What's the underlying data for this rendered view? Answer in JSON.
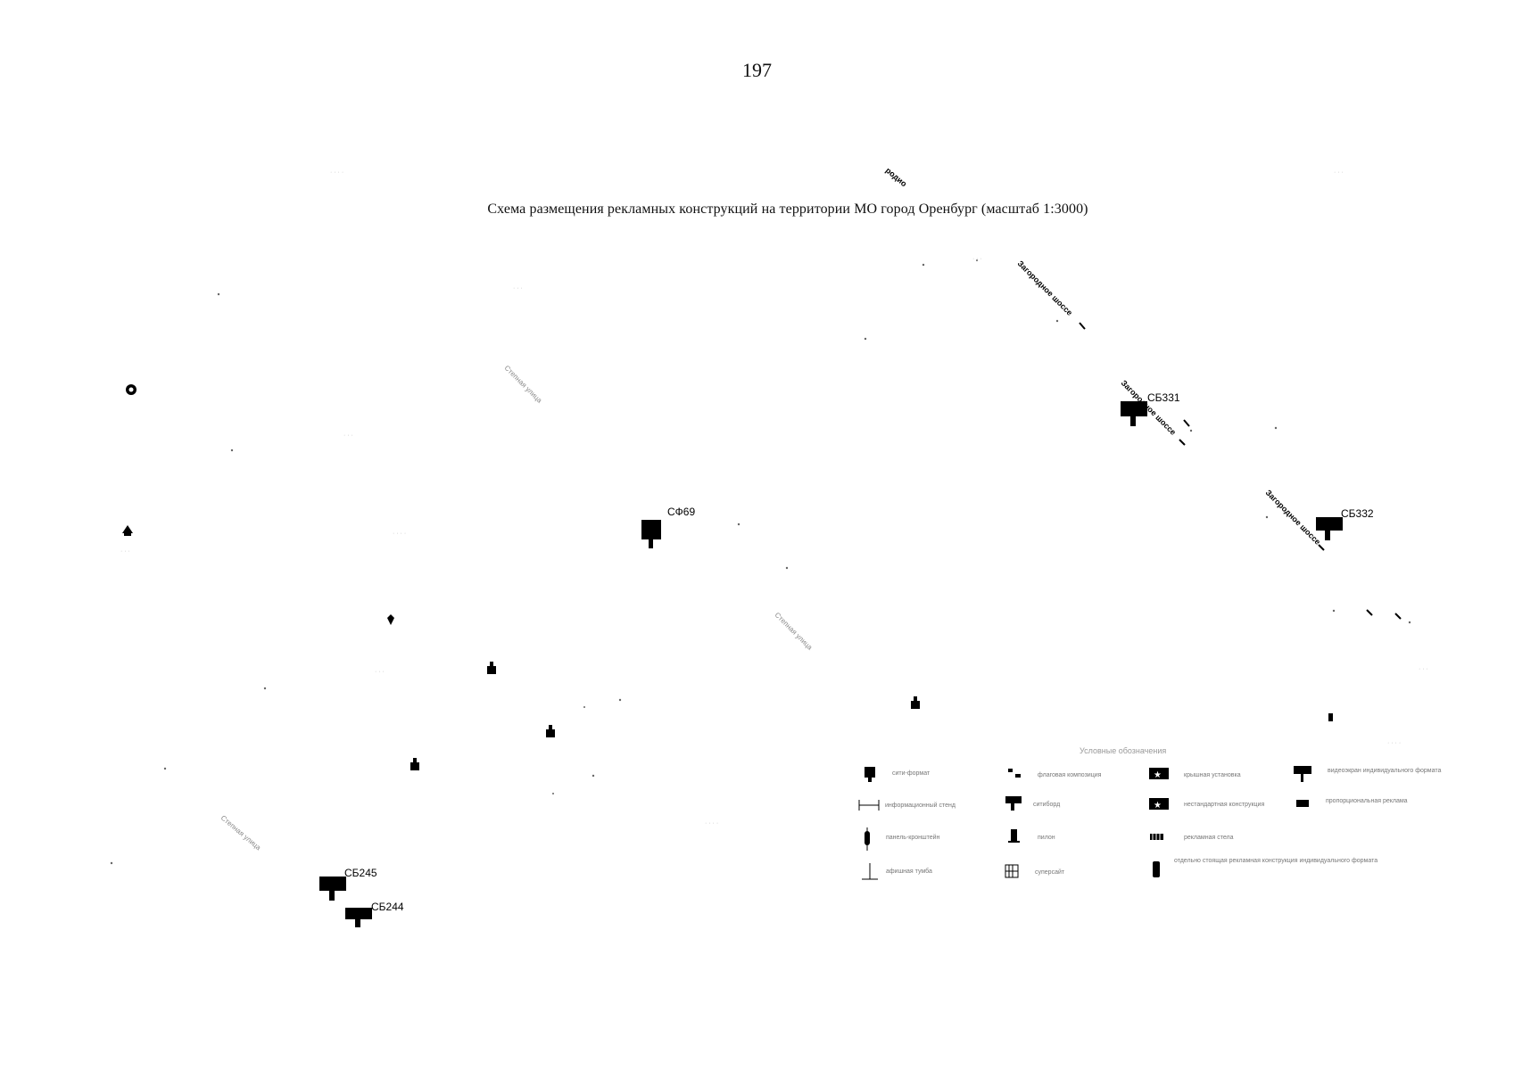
{
  "page_number": "197",
  "map_title": "Схема размещения рекламных конструкций на территории МО город Оренбург (масштаб 1:3000)",
  "streets": {
    "zagorodnoe_1": "Загородное шоссе",
    "zagorodnoe_2": "Загородное шоссе",
    "zagorodnoe_3": "Загородное шоссе",
    "stepnaya_1": "Степная улица",
    "stepnaya_2": "Степная улица",
    "stepnaya_3": "Степная улица",
    "top_fragment": "родио"
  },
  "signs": [
    {
      "id": "СБ331",
      "type": "sitiboard"
    },
    {
      "id": "СБ332",
      "type": "sitiboard"
    },
    {
      "id": "СФ69",
      "type": "siti-format"
    },
    {
      "id": "СБ245",
      "type": "sitiboard"
    },
    {
      "id": "СБ244",
      "type": "sitiboard"
    }
  ],
  "legend": {
    "title": "Условные обозначения",
    "items": [
      {
        "label": "сити-формат",
        "icon": "siti-format-icon"
      },
      {
        "label": "флаговая композиция",
        "icon": "flag-composition-icon"
      },
      {
        "label": "крышная установка",
        "icon": "roof-installation-icon"
      },
      {
        "label": "видеоэкран индивидуального формата",
        "icon": "video-screen-icon"
      },
      {
        "label": "информационный стенд",
        "icon": "info-stand-icon"
      },
      {
        "label": "ситиборд",
        "icon": "sitiboard-icon"
      },
      {
        "label": "нестандартная конструкция",
        "icon": "non-standard-icon"
      },
      {
        "label": "пропорциональная реклама",
        "icon": "proportional-ad-icon"
      },
      {
        "label": "панель-кронштейн",
        "icon": "panel-bracket-icon"
      },
      {
        "label": "пилон",
        "icon": "pylon-icon"
      },
      {
        "label": "рекламная стела",
        "icon": "ad-stele-icon"
      },
      {
        "label": "афишная тумба",
        "icon": "poster-pillar-icon"
      },
      {
        "label": "суперсайт",
        "icon": "supersite-icon"
      },
      {
        "label": "отдельно стоящая рекламная конструкция индивидуального формата",
        "icon": "individual-format-icon"
      }
    ]
  },
  "colors": {
    "ink": "#000000",
    "faint": "#bbbbbb",
    "background": "#ffffff"
  }
}
